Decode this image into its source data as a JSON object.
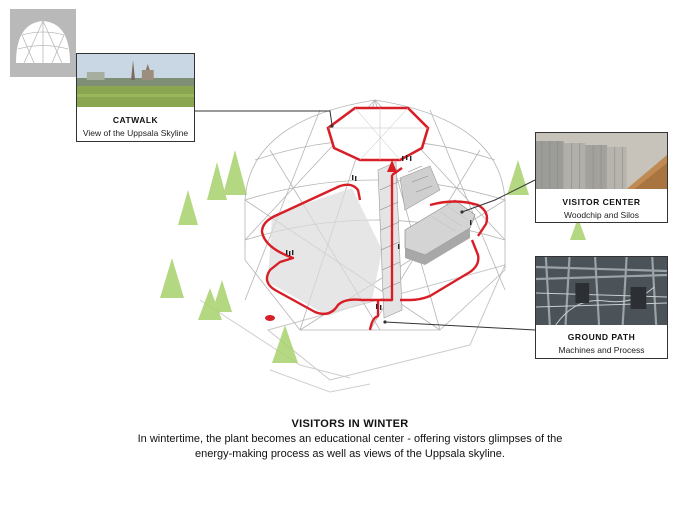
{
  "labels": {
    "catwalk": {
      "title": "CATWALK",
      "subtitle": "View of the Uppsala Skyline"
    },
    "visitor_center": {
      "title": "VISITOR CENTER",
      "subtitle": "Woodchip and Silos"
    },
    "ground_path": {
      "title": "GROUND PATH",
      "subtitle": "Machines and Process"
    }
  },
  "caption": {
    "title": "VISITORS IN WINTER",
    "line1": "In wintertime, the plant becomes an educational center - offering vistors glimpses of the",
    "line2": "energy-making process as well as views of the Uppsala skyline."
  },
  "colors": {
    "path_red": "#d81e26",
    "tree_green": "#a8d26c",
    "structure_grey": "#b5b5b5",
    "thumb_bg": "#b9b9b9"
  }
}
